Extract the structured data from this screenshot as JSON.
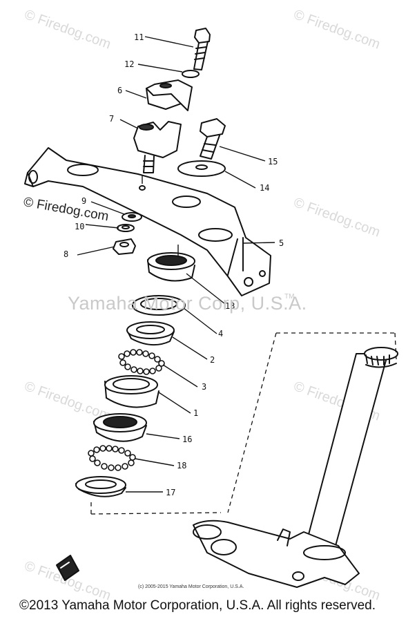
{
  "watermarks": {
    "main": "Yamaha Motor Corp, U.S.A.",
    "tm": "TM",
    "firedog": "© Firedog.com",
    "left_firedog": "© Firedog.com"
  },
  "callouts": [
    "11",
    "12",
    "6",
    "7",
    "15",
    "14",
    "9",
    "10",
    "8",
    "5",
    "13",
    "4",
    "2",
    "3",
    "1",
    "16",
    "18",
    "17"
  ],
  "small_copyright": "(c) 2005-2015 Yamaha Motor Corporation, U.S.A.",
  "footer": "©2013 Yamaha Motor Corporation, U.S.A. All rights reserved."
}
